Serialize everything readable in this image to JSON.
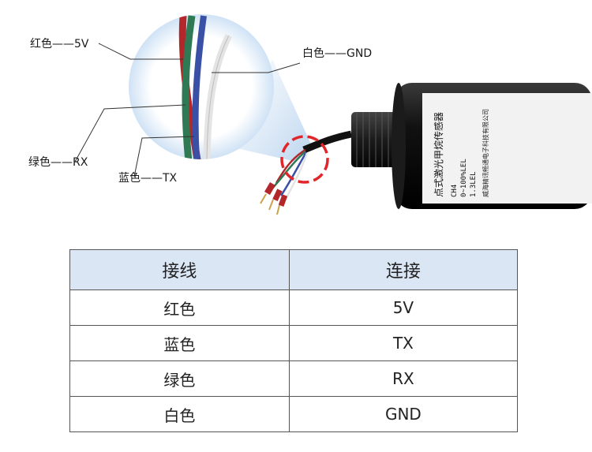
{
  "callouts": {
    "red": "红色——5V",
    "white": "白色——GND",
    "green": "绿色——RX",
    "blue": "蓝色——TX"
  },
  "sensor": {
    "title": "点式激光甲烷传感器",
    "gas": "CH4",
    "range": "0~100%LEL",
    "alarm": "1.3LEL",
    "maker": "威海精讯畅通电子科技有限公司"
  },
  "wire_colors": {
    "red": "#b3262a",
    "green": "#2f7a55",
    "blue": "#3a4fa6",
    "white": "#e4e4e4",
    "highlight": "#e0262b"
  },
  "table": {
    "headers": [
      "接线",
      "连接"
    ],
    "rows": [
      [
        "红色",
        "5V"
      ],
      [
        "蓝色",
        "TX"
      ],
      [
        "绿色",
        "RX"
      ],
      [
        "白色",
        "GND"
      ]
    ],
    "header_bg": "#dbe6f5"
  }
}
